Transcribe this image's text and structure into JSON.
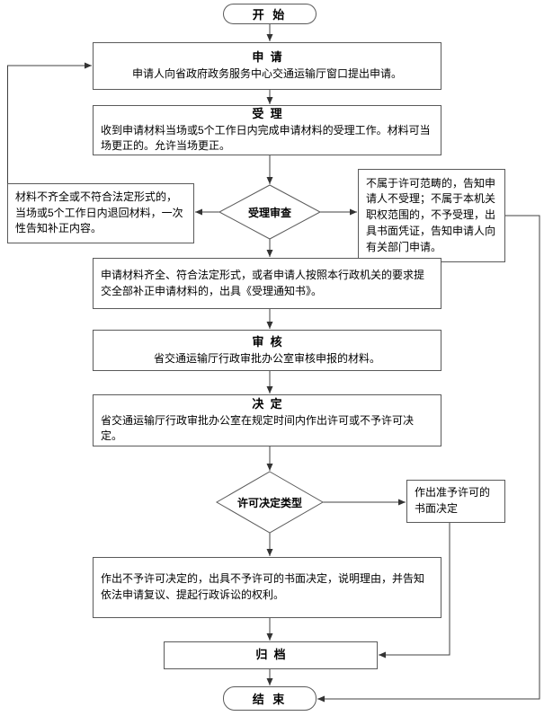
{
  "diagram": {
    "background": "#ffffff",
    "line_color": "#404040",
    "border_color": "#5a5a5a",
    "arrow_color": "#333333",
    "nodes": {
      "start": {
        "label": "开 始"
      },
      "apply": {
        "title": "申  请",
        "body": "申请人向省政府政务服务中心交通运输厅窗口提出申请。"
      },
      "accept": {
        "title": "受  理",
        "body": "收到申请材料当场或5个工作日内完成申请材料的受理工作。材料可当场更正的。允许当场更正。"
      },
      "review": {
        "label": "受理审查"
      },
      "incomplete": {
        "body": "材料不齐全或不符合法定形式的，当场或5个工作日内退回材料，一次性告知补正内容。"
      },
      "reject": {
        "body": "不属于许可范畴的，告知申请人不受理；不属于本机关职权范围的，不予受理，出具书面凭证，告知申请人向有关部门申请。"
      },
      "notice": {
        "body": "申请材料齐全、符合法定形式，或者申请人按照本行政机关的要求提交全部补正申请材料的，出具《受理通知书》。"
      },
      "audit": {
        "title": "审  核",
        "body": "省交通运输厅行政审批办公室审核申报的材料。"
      },
      "decide": {
        "title": "决  定",
        "body": "省交通运输厅行政审批办公室在规定时间内作出许可或不予许可决定。"
      },
      "decision_type": {
        "label": "许可决定类型"
      },
      "approve": {
        "body": "作出准予许可的书面决定"
      },
      "deny": {
        "body": "作出不予许可决定的，出具不予许可的书面决定，说明理由，并告知依法申请复议、提起行政诉讼的权利。"
      },
      "archive": {
        "label": "归  档"
      },
      "end": {
        "label": "结 束"
      }
    }
  }
}
